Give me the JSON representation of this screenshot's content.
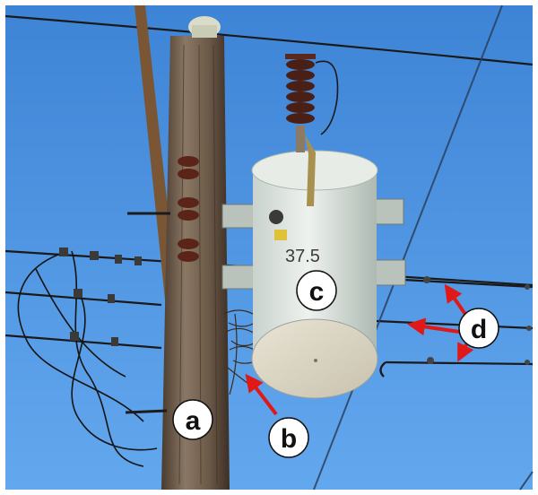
{
  "photo": {
    "description_colors": {
      "sky_top": "#3f86d8",
      "sky_bottom": "#5fa4ec",
      "can": "#dfe6df",
      "pole": "#6b5a4a",
      "arrow": "#e01818"
    }
  },
  "transformer": {
    "rating_text": "37.5"
  },
  "labels": {
    "a": "a",
    "b": "b",
    "c": "c",
    "d": "d"
  }
}
